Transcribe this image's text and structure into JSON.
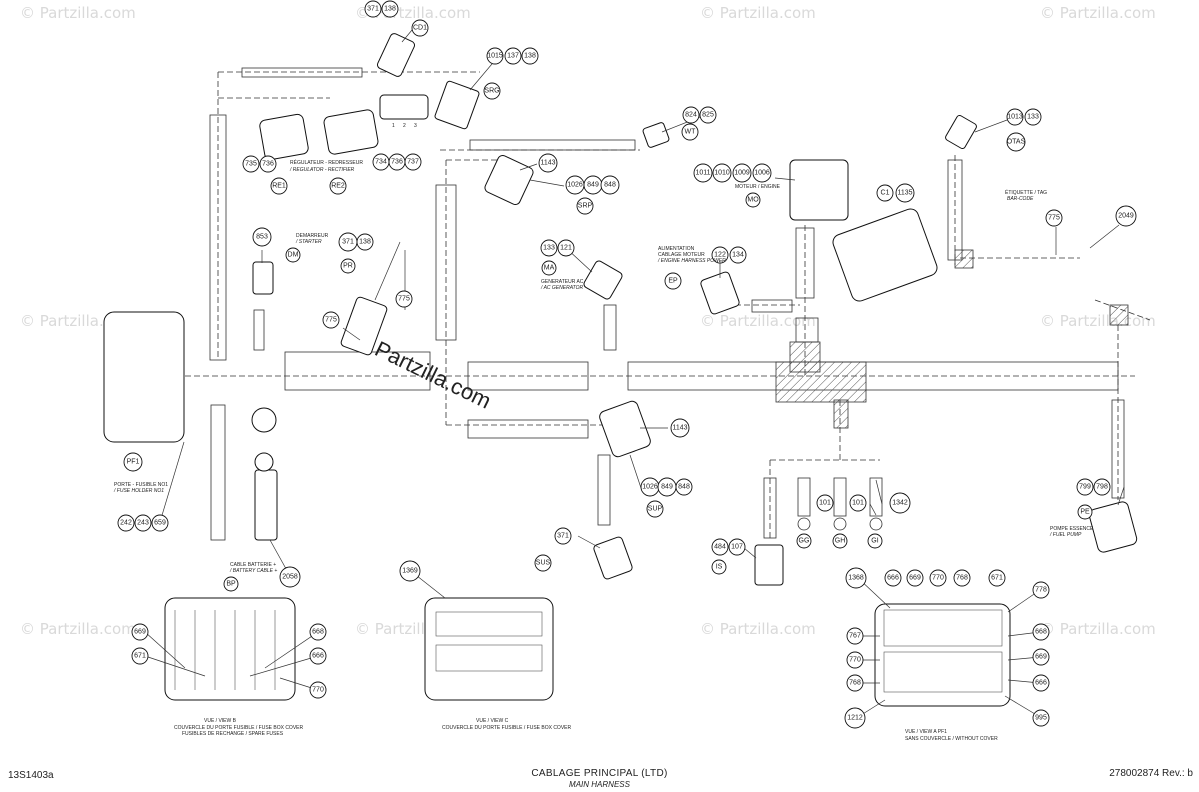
{
  "watermark": "© Partzilla.com",
  "watermark_center": "Partzilla.com",
  "footer": {
    "doc_code": "13S1403a",
    "title": "CABLAGE PRINCIPAL (LTD)",
    "subtitle": "MAIN HARNESS",
    "part_number": "278002874 Rev.: b"
  },
  "callouts": {
    "c371a": "371",
    "c138a": "138",
    "cd1": "CD1",
    "c1015": "1015",
    "c137": "137",
    "c138b": "138",
    "srg": "SRG",
    "c824": "824",
    "c825": "825",
    "wt": "WT",
    "c1143a": "1143",
    "c1026a": "1026",
    "c849a": "849",
    "c848a": "848",
    "srp": "SRP",
    "c1011": "1011",
    "c1010": "1010",
    "c1009": "1009",
    "c1006": "1006",
    "mo": "MO",
    "c1013": "1013",
    "c133a": "133",
    "otas": "OTAS",
    "c1c": "C1",
    "c1135": "1135",
    "c775a": "775",
    "c2049": "2049",
    "c735": "735",
    "c736a": "736",
    "c734": "734",
    "c736b": "736",
    "c737": "737",
    "re1": "RE1",
    "re2": "RE2",
    "c853": "853",
    "dm": "DM",
    "c371b": "371",
    "c138c": "138",
    "pr": "PR",
    "c775b": "775",
    "c775c": "775",
    "c133b": "133",
    "c121": "121",
    "ma": "MA",
    "c122": "122",
    "c134": "134",
    "ep": "EP",
    "pf1": "PF1",
    "c242": "242",
    "c243": "243",
    "c659": "659",
    "c1143b": "1143",
    "c1026b": "1026",
    "c849b": "849",
    "c848b": "848",
    "sup": "SUP",
    "c101a": "101",
    "c101b": "101",
    "c1342": "1342",
    "gg": "GG",
    "gh": "GH",
    "gi": "GI",
    "c799": "799",
    "c798": "798",
    "pe": "PE",
    "c371c": "371",
    "sus": "SUS",
    "c484": "484",
    "c107": "107",
    "is": "IS",
    "c2058": "2058",
    "bp": "BP",
    "c669a": "669",
    "c671a": "671",
    "c668a": "668",
    "c666a": "666",
    "c770a": "770",
    "c1369": "1369",
    "c1368": "1368",
    "c666b": "666",
    "c669b": "669",
    "c770b": "770",
    "c768a": "768",
    "c671b": "671",
    "c778": "778",
    "c767": "767",
    "c770c": "770",
    "c768b": "768",
    "c1212": "1212",
    "c668b": "668",
    "c669c": "669",
    "c666c": "666",
    "c995": "995"
  },
  "labels": {
    "regulateur": "RÉGULATEUR -  REDRESSEUR",
    "regulator": "/ REGULATOR - RECTIFIER",
    "demarreur": "DEMARREUR",
    "starter": "/ STARTER",
    "generateur": "GENERATEUR AC",
    "ac_gen": "/ AC GENERATOR",
    "alimentation": "ALIMENTATION",
    "cablage_moteur": "CABLAGE MOTEUR",
    "engine_power": "/ ENGINE HARNESS POWER",
    "moteur": "MOTEUR / ENGINE",
    "etiquette": "ÉTIQUETTE / TAG",
    "barcode": "BAR-CODE",
    "porte_fusible": "PORTE - FUSIBLE NO1",
    "fuse_holder": "/ FUSE HOLDER NO1",
    "cable_batterie": "CABLE BATTERIE +",
    "battery_cable": "/ BATTERY CABLE +",
    "pompe": "POMPE ESSENCE",
    "fuel_pump": "/ FUEL PUMP",
    "pin1": "1",
    "pin2": "2",
    "pin3": "3",
    "vue_b": "VUE / VIEW B",
    "vue_b_1": "COUVERCLE DU PORTE FUSIBLE / FUSE BOX COVER",
    "vue_b_2": "FUSIBLES DE RECHANGE / SPARE FUSES",
    "vue_c": "VUE / VIEW C",
    "vue_c_1": "COUVERCLE DU PORTE FUSIBLE / FUSE BOX COVER",
    "vue_a": "VUE / VIEW A     PF1",
    "vue_a_1": "SANS COUVERCLE / WITHOUT COVER"
  }
}
